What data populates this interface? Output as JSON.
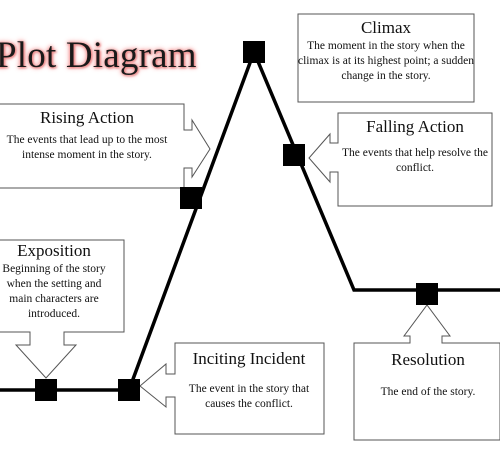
{
  "title": "Plot Diagram",
  "stages": {
    "exposition": {
      "label": "Exposition",
      "description": "Beginning of the story when the setting and main characters are introduced."
    },
    "inciting_incident": {
      "label": "Inciting Incident",
      "description": "The event in the story that causes the conflict."
    },
    "rising_action": {
      "label": "Rising Action",
      "description": "The events that lead up to the most intense moment in the story."
    },
    "climax": {
      "label": "Climax",
      "description": "The moment in the story when the climax is at its highest point; a sudden change in the story."
    },
    "falling_action": {
      "label": "Falling Action",
      "description": "The events that help resolve the conflict."
    },
    "resolution": {
      "label": "Resolution",
      "description": "The end of the story."
    }
  }
}
